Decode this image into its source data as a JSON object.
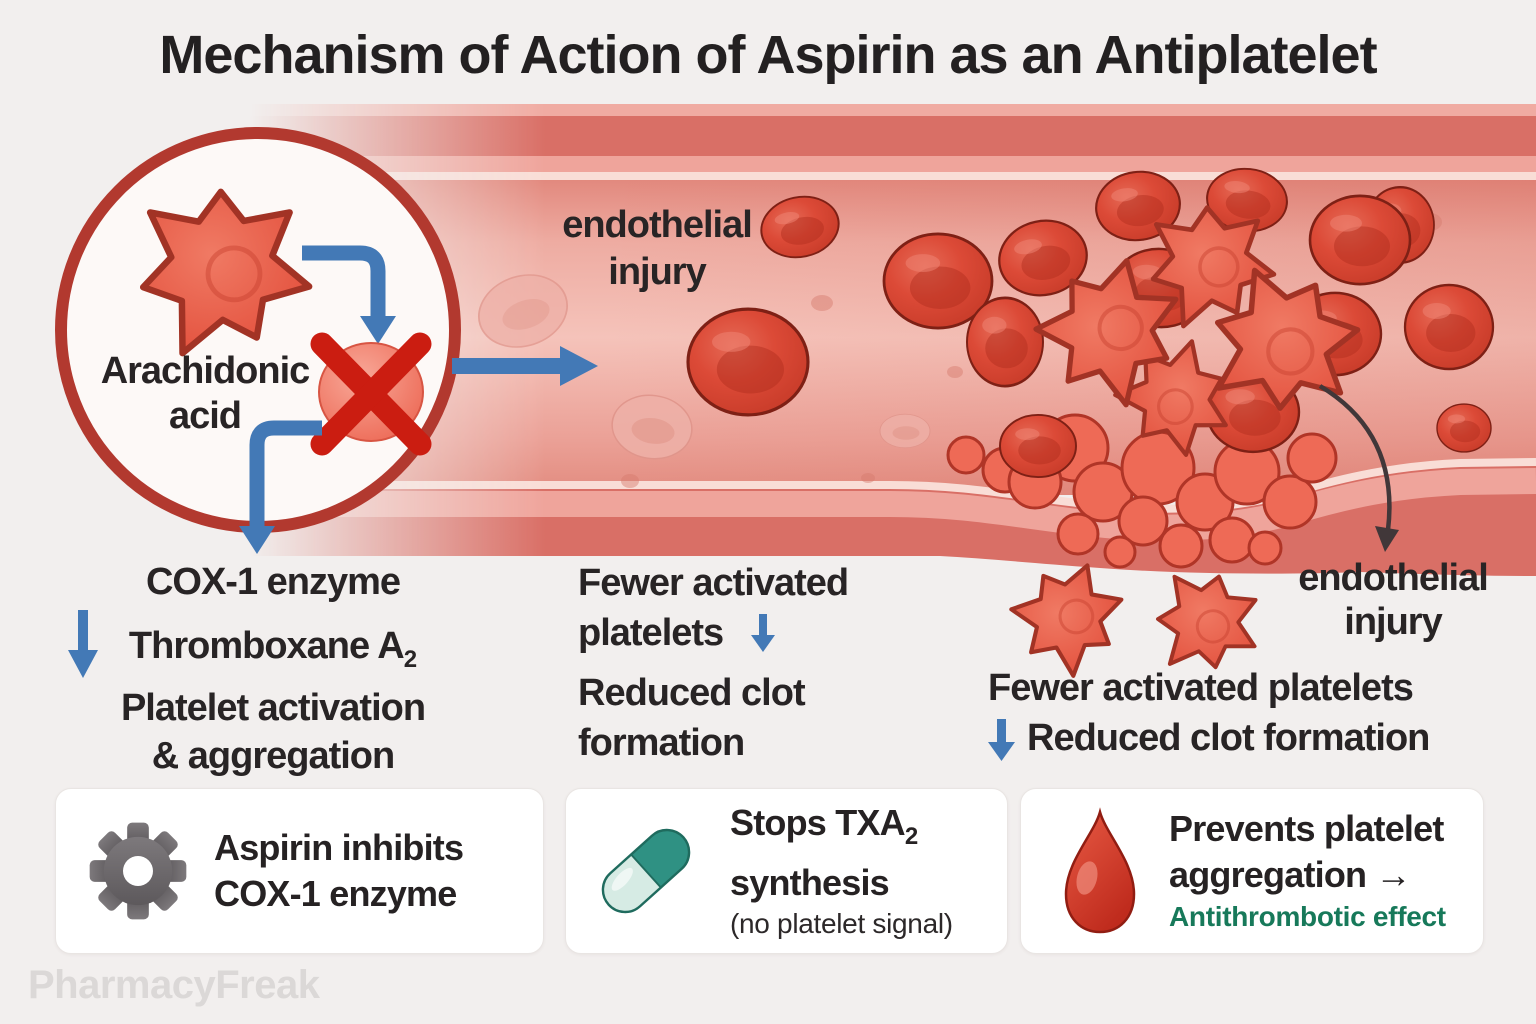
{
  "title": "Mechanism of Action of Aspirin as an Antiplatelet",
  "inset": {
    "line1": "Arachidonic",
    "line2": "acid"
  },
  "endothelial_top": {
    "line1": "endothelial",
    "line2": "injury"
  },
  "endothelial_right": {
    "line1": "endothelial",
    "line2": "injury"
  },
  "left_column": {
    "cox1": "COX-1 enzyme",
    "thromboxane_base": "Thromboxane A",
    "thromboxane_sub": "2",
    "line3": "Platelet activation",
    "line4": "& aggregation"
  },
  "middle_column": {
    "line1": "Fewer activated",
    "line2": "platelets",
    "line3": "Reduced clot",
    "line4": "formation"
  },
  "right_column": {
    "line1": "Fewer activated platelets",
    "line2": "Reduced clot formation"
  },
  "cards": [
    {
      "icon": "gear-icon",
      "line1": "Aspirin inhibits",
      "line2": "COX-1 enzyme"
    },
    {
      "icon": "pill-icon",
      "line1_base": "Stops TXA",
      "line1_sub": "2",
      "line2": "synthesis",
      "note": "(no platelet signal)"
    },
    {
      "icon": "blood-drop-icon",
      "line1": "Prevents platelet",
      "line2": "aggregation →",
      "effect": "Antithrombotic effect"
    }
  ],
  "watermark": "PharmacyFreak",
  "colors": {
    "arrow_blue": "#4379b6",
    "platelet_red": "#e8503f",
    "vessel_wall_red": "#d96f66",
    "cross_red": "#cb1d11",
    "effect_green": "#17795a",
    "pill_teal": "#2f9183",
    "gear_gray": "#6d696c",
    "drop_red": "#d63b2a",
    "title_dark": "#232021",
    "watermark_gray": "#dbd8d7"
  }
}
